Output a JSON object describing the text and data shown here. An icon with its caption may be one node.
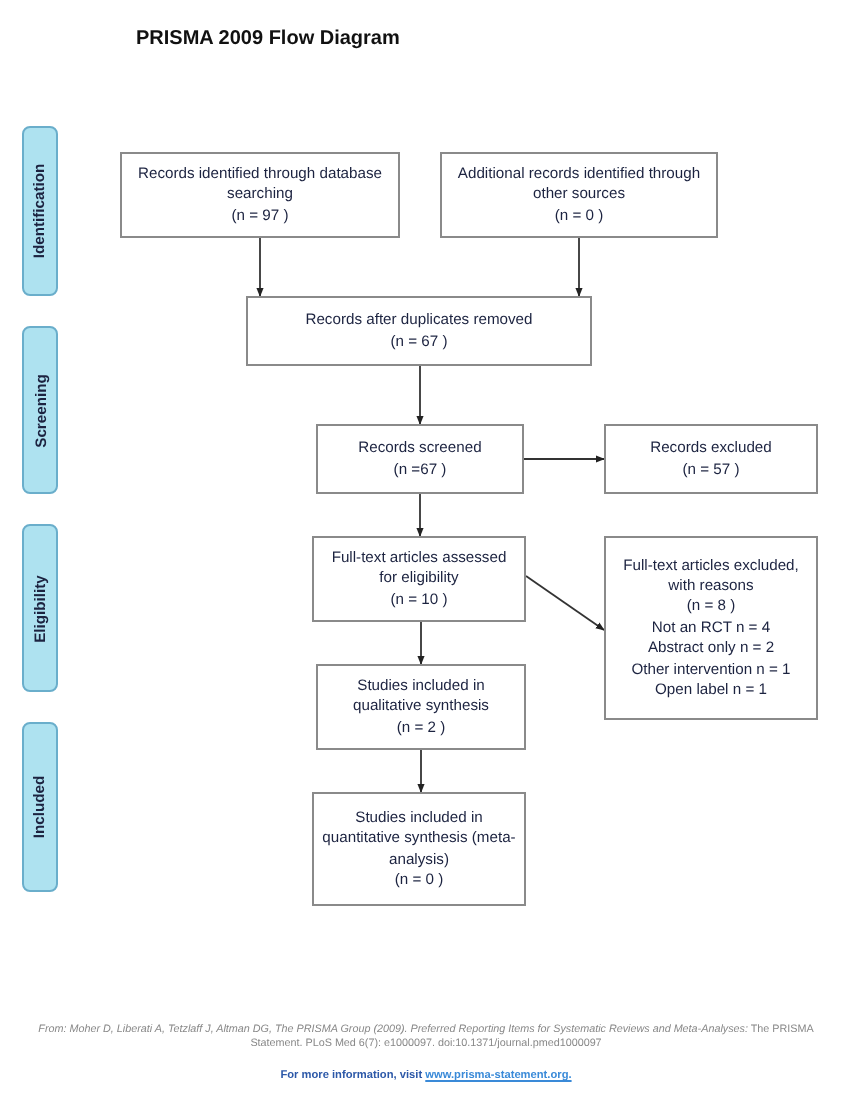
{
  "diagram": {
    "title": "PRISMA 2009 Flow Diagram",
    "nodes": [
      {
        "text": [
          "Identification"
        ]
      },
      {
        "text": [
          "Screening"
        ]
      },
      {
        "text": [
          "Eligibility"
        ]
      },
      {
        "text": [
          "Included"
        ]
      },
      {
        "text": [
          "Records identified through database searching",
          "(n = 97 )"
        ]
      },
      {
        "text": [
          "Additional records identified through other sources",
          "(n = 0 )"
        ]
      },
      {
        "text": [
          "Records after duplicates removed",
          "(n = 67 )"
        ]
      },
      {
        "text": [
          "Records screened",
          "(n =67 )"
        ]
      },
      {
        "text": [
          "Records excluded",
          "(n = 57 )"
        ]
      },
      {
        "text": [
          "Full-text articles assessed for eligibility",
          "(n = 10 )"
        ]
      },
      {
        "text": [
          "Full-text articles excluded, with reasons",
          "(n = 8 )",
          "Not an RCT n = 4",
          "Abstract only n = 2",
          "Other intervention n = 1",
          "Open label n = 1"
        ]
      },
      {
        "text": [
          "Studies included in qualitative synthesis",
          "(n = 2 )"
        ]
      },
      {
        "text": [
          "Studies included in quantitative synthesis (meta-analysis)",
          "(n = 0 )"
        ]
      }
    ],
    "edges": [
      {
        "from": 4,
        "to": 6,
        "arrow": "to"
      },
      {
        "from": 5,
        "to": 6,
        "arrow": "to"
      },
      {
        "from": 6,
        "to": 7,
        "arrow": "to"
      },
      {
        "from": 7,
        "to": 8,
        "arrow": "to"
      },
      {
        "from": 7,
        "to": 9,
        "arrow": "to"
      },
      {
        "from": 9,
        "to": 10,
        "arrow": "to"
      },
      {
        "from": 9,
        "to": 11,
        "arrow": "to"
      },
      {
        "from": 11,
        "to": 12,
        "arrow": "to"
      }
    ],
    "labels": [
      "*From:  Moher D, Liberati A, Tetzlaff J, Altman DG, The PRISMA Group (2009). Preferred Reporting Items for Systematic Reviews and Meta-Analyses:* The PRISMA Statement. PLoS Med 6(7): e1000097. doi:10.1371/journal.pmed1000097",
      "For more information, visit",
      "www.prisma-statement.org."
    ]
  }
}
